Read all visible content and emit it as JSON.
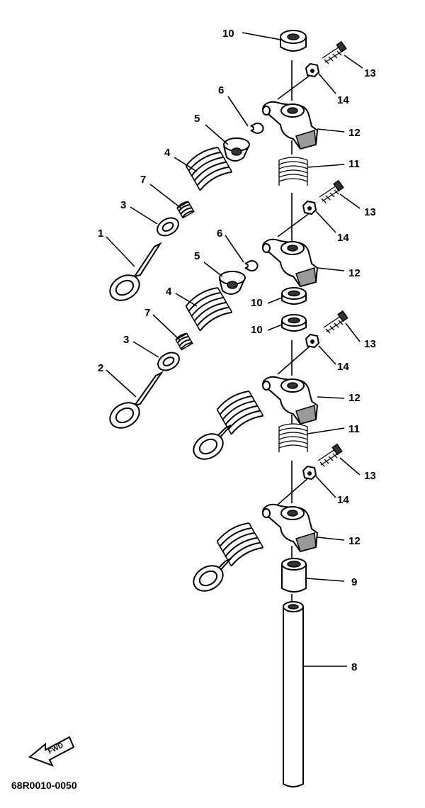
{
  "callouts": {
    "c10a": "10",
    "c13a": "13",
    "c6a": "6",
    "c14a": "14",
    "c5a": "5",
    "c12a": "12",
    "c4a": "4",
    "c11a": "11",
    "c7a": "7",
    "c3a": "3",
    "c13b": "13",
    "c1": "1",
    "c6b": "6",
    "c14b": "14",
    "c5b": "5",
    "c12b": "12",
    "c4b": "4",
    "c10b": "10",
    "c7b": "7",
    "c10c": "10",
    "c13c": "13",
    "c3b": "3",
    "c14c": "14",
    "c2": "2",
    "c12c": "12",
    "c11b": "11",
    "c13d": "13",
    "c14d": "14",
    "c12d": "12",
    "c9": "9",
    "c8": "8"
  },
  "fwd_label": "FWD",
  "drawing_code": "68R0010-0050"
}
